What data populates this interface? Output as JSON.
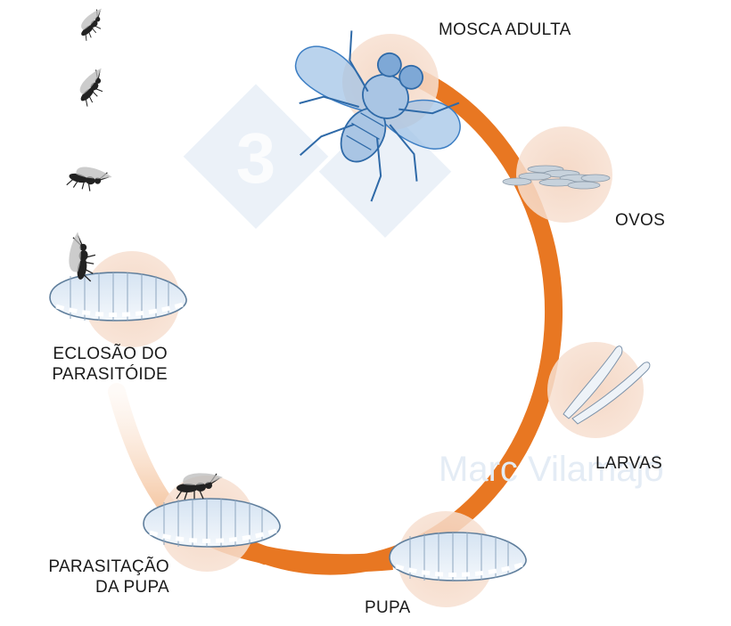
{
  "labels": {
    "adult_fly": "MOSCA ADULTA",
    "eggs": "OVOS",
    "larvae": "LARVAS",
    "pupa": "PUPA",
    "parasitization_line1": "PARASITAÇÃO",
    "parasitization_line2": "DA PUPA",
    "emergence_line1": "ECLOSÃO DO",
    "emergence_line2": "PARASITÓIDE"
  },
  "watermarks": {
    "logo_number": "3",
    "author": "Marc Vilamajó"
  },
  "colors": {
    "cycle_arc": "#e87722",
    "parasite_arc": "#f3c9a8",
    "stage_halo": "#f5dccb",
    "fly_blue": "#3e7fc4",
    "pupa_fill": "#e2ecf7",
    "watermark": "#dbe6f3"
  },
  "icons": [
    "house-fly-icon",
    "egg-cluster-icon",
    "larvae-icon",
    "pupa-icon",
    "parasitoid-wasp-icon"
  ]
}
